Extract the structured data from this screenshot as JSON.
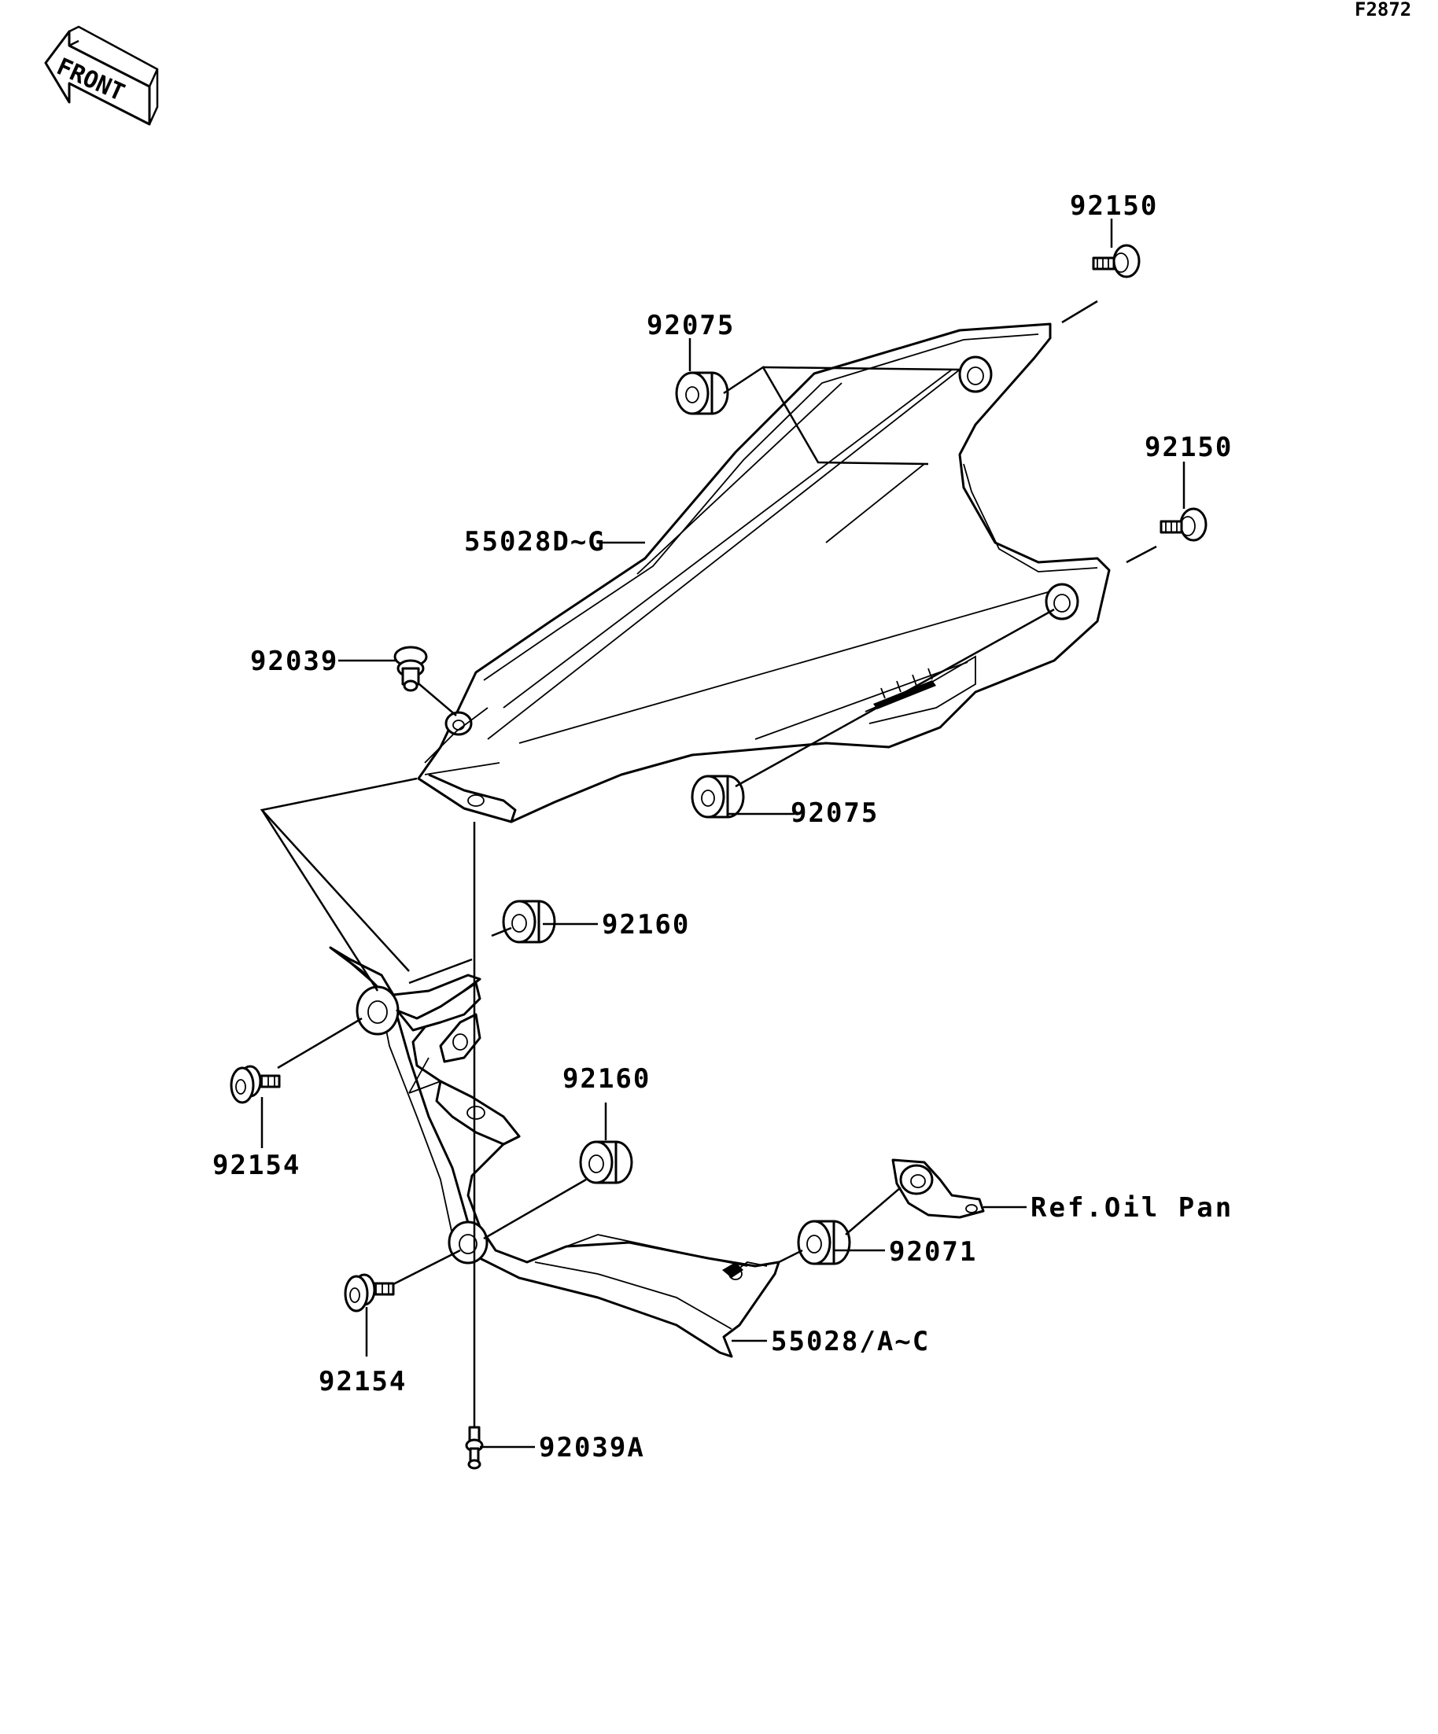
{
  "diagram": {
    "figure_code": "F2872",
    "front_label": "FRONT",
    "parts": {
      "bolt_upper_a": "92150",
      "bolt_upper_b": "92150",
      "damper_upper_a": "92075",
      "damper_upper_b": "92075",
      "upper_cowl": "55028D~G",
      "clip_upper": "92039",
      "grommet_a": "92160",
      "grommet_b": "92160",
      "bolt_lower_a": "92154",
      "bolt_lower_b": "92154",
      "damper_lower": "92071",
      "lower_cowl": "55028/A~C",
      "clip_lower": "92039A"
    },
    "reference": "Ref.Oil Pan"
  }
}
